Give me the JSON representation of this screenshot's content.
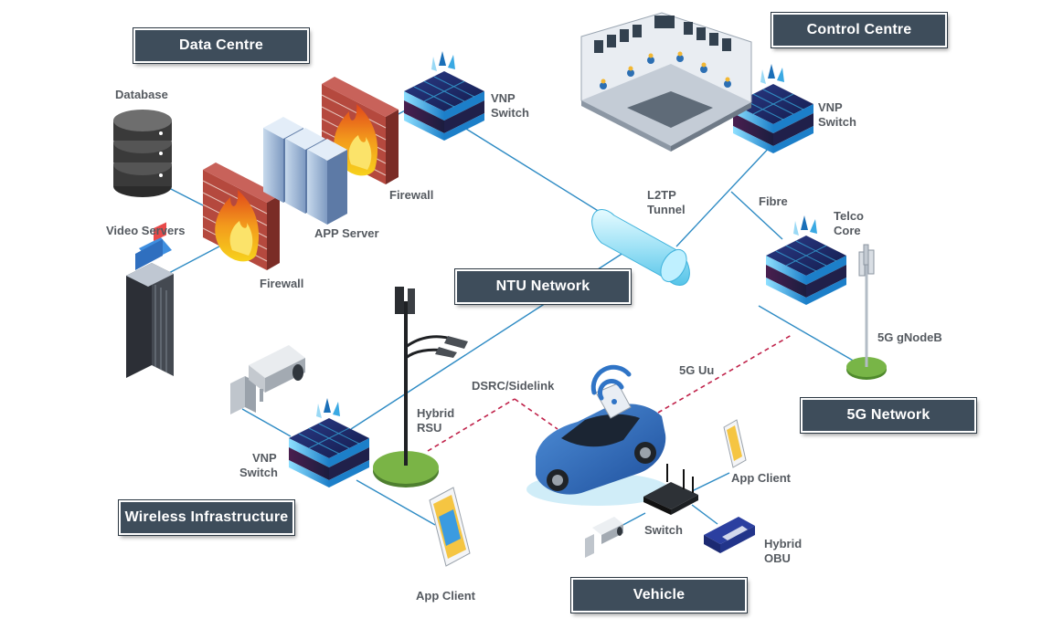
{
  "banners": {
    "data_centre": "Data Centre",
    "control_centre": "Control Centre",
    "ntu_network": "NTU Network",
    "fiveg_network": "5G Network",
    "wireless_infrastructure": "Wireless Infrastructure",
    "vehicle": "Vehicle"
  },
  "labels": {
    "database": "Database",
    "video_servers": "Video Servers",
    "app_server": "APP Server",
    "firewall_top": "Firewall",
    "firewall_bottom": "Firewall",
    "vnp_switch_dc": [
      "VNP",
      "Switch"
    ],
    "vnp_switch_cc": [
      "VNP",
      "Switch"
    ],
    "vnp_switch_wi": [
      "VNP",
      "Switch"
    ],
    "l2tp_tunnel": [
      "L2TP",
      "Tunnel"
    ],
    "fibre": "Fibre",
    "telco_core": [
      "Telco",
      "Core"
    ],
    "gnodeb": "5G gNodeB",
    "five_g_uu": "5G Uu",
    "dsrc_sidelink": "DSRC/Sidelink",
    "hybrid_rsu": [
      "Hybrid",
      "RSU"
    ],
    "app_client_vehicle": "App Client",
    "app_client_wireless": "App Client",
    "switch_vehicle": "Switch",
    "hybrid_obu": [
      "Hybrid",
      "OBU"
    ]
  },
  "colors": {
    "banner_bg": "#3e4d5b",
    "link_line": "#2e8bc4",
    "wireless_link": "#c0224a",
    "label_text": "#555a60",
    "switch_top": "#1e2a66",
    "switch_glow": "#39b6e8",
    "firewall_brick": "#a8453c",
    "flame": "#f29a1e"
  },
  "icons": [
    "database-icon",
    "video-server-icon",
    "app-server-icon",
    "firewall-icon",
    "vnp-switch-icon",
    "control-room-icon",
    "tunnel-icon",
    "telco-core-icon",
    "antenna-icon",
    "cctv-camera-icon",
    "rsu-pole-icon",
    "car-icon",
    "wifi-icon",
    "tablet-icon",
    "router-icon",
    "obu-icon"
  ]
}
